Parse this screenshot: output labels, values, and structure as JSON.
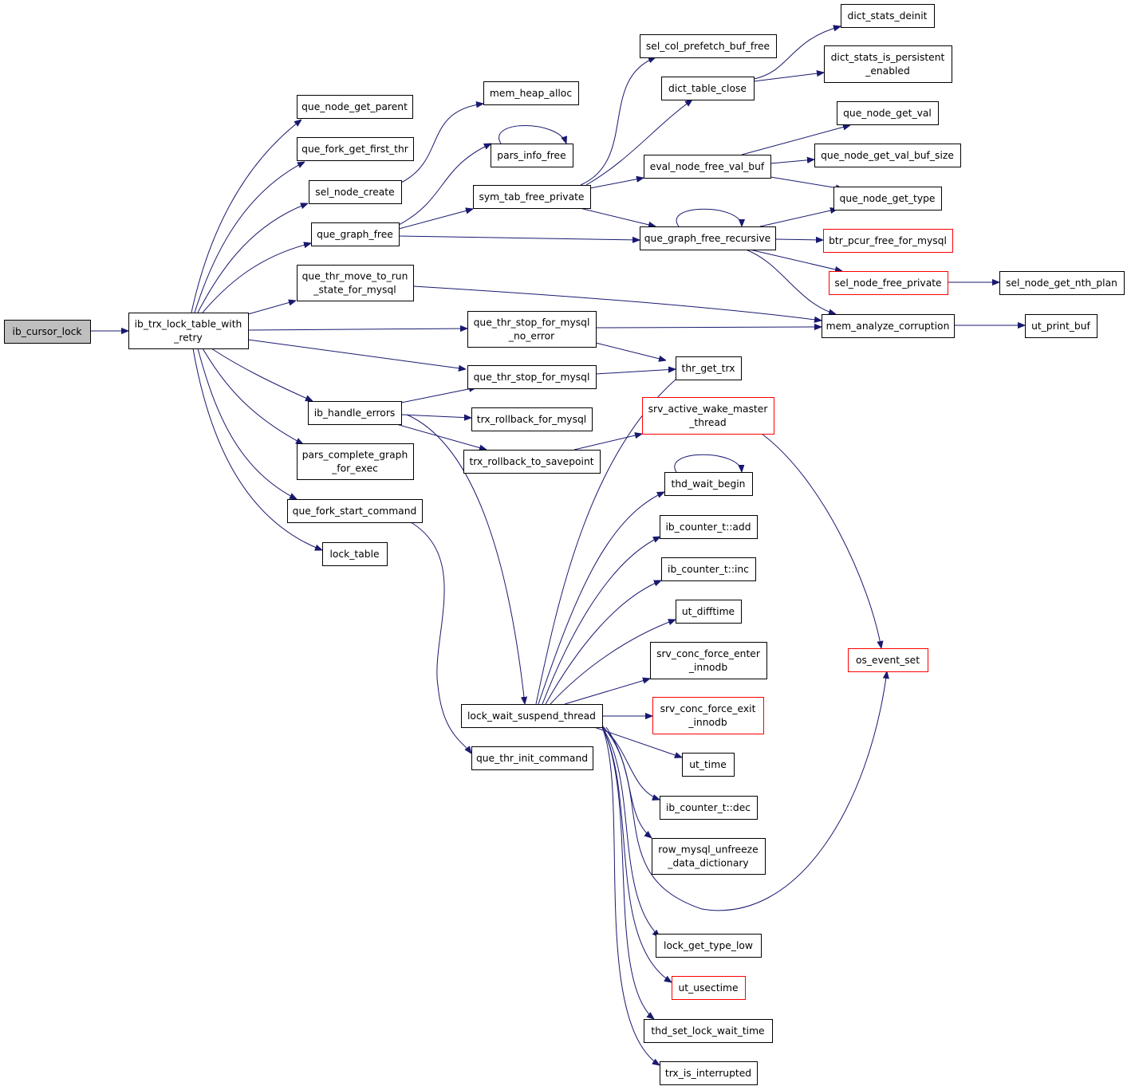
{
  "nodes": [
    {
      "id": "ib_cursor_lock",
      "lines": [
        "ib_cursor_lock"
      ],
      "style": "root"
    },
    {
      "id": "ib_trx_lock_table_with_retry",
      "lines": [
        "ib_trx_lock_table_with",
        "_retry"
      ],
      "style": "normal"
    },
    {
      "id": "que_node_get_parent",
      "lines": [
        "que_node_get_parent"
      ],
      "style": "normal"
    },
    {
      "id": "que_fork_get_first_thr",
      "lines": [
        "que_fork_get_first_thr"
      ],
      "style": "normal"
    },
    {
      "id": "sel_node_create",
      "lines": [
        "sel_node_create"
      ],
      "style": "normal"
    },
    {
      "id": "que_graph_free",
      "lines": [
        "que_graph_free"
      ],
      "style": "normal"
    },
    {
      "id": "que_thr_move_to_run_state_for_mysql",
      "lines": [
        "que_thr_move_to_run",
        "_state_for_mysql"
      ],
      "style": "normal"
    },
    {
      "id": "ib_handle_errors",
      "lines": [
        "ib_handle_errors"
      ],
      "style": "normal"
    },
    {
      "id": "pars_complete_graph_for_exec",
      "lines": [
        "pars_complete_graph",
        "_for_exec"
      ],
      "style": "normal"
    },
    {
      "id": "que_fork_start_command",
      "lines": [
        "que_fork_start_command"
      ],
      "style": "normal"
    },
    {
      "id": "lock_table",
      "lines": [
        "lock_table"
      ],
      "style": "normal"
    },
    {
      "id": "mem_heap_alloc",
      "lines": [
        "mem_heap_alloc"
      ],
      "style": "normal"
    },
    {
      "id": "pars_info_free",
      "lines": [
        "pars_info_free"
      ],
      "style": "normal"
    },
    {
      "id": "sym_tab_free_private",
      "lines": [
        "sym_tab_free_private"
      ],
      "style": "normal"
    },
    {
      "id": "que_thr_stop_for_mysql_no_error",
      "lines": [
        "que_thr_stop_for_mysql",
        "_no_error"
      ],
      "style": "normal"
    },
    {
      "id": "que_thr_stop_for_mysql",
      "lines": [
        "que_thr_stop_for_mysql"
      ],
      "style": "normal"
    },
    {
      "id": "trx_rollback_for_mysql",
      "lines": [
        "trx_rollback_for_mysql"
      ],
      "style": "normal"
    },
    {
      "id": "trx_rollback_to_savepoint",
      "lines": [
        "trx_rollback_to_savepoint"
      ],
      "style": "normal"
    },
    {
      "id": "lock_wait_suspend_thread",
      "lines": [
        "lock_wait_suspend_thread"
      ],
      "style": "normal"
    },
    {
      "id": "que_thr_init_command",
      "lines": [
        "que_thr_init_command"
      ],
      "style": "normal"
    },
    {
      "id": "sel_col_prefetch_buf_free",
      "lines": [
        "sel_col_prefetch_buf_free"
      ],
      "style": "normal"
    },
    {
      "id": "dict_table_close",
      "lines": [
        "dict_table_close"
      ],
      "style": "normal"
    },
    {
      "id": "eval_node_free_val_buf",
      "lines": [
        "eval_node_free_val_buf"
      ],
      "style": "normal"
    },
    {
      "id": "que_graph_free_recursive",
      "lines": [
        "que_graph_free_recursive"
      ],
      "style": "normal"
    },
    {
      "id": "thr_get_trx",
      "lines": [
        "thr_get_trx"
      ],
      "style": "normal"
    },
    {
      "id": "srv_active_wake_master_thread",
      "lines": [
        "srv_active_wake_master",
        "_thread"
      ],
      "style": "red"
    },
    {
      "id": "thd_wait_begin",
      "lines": [
        "thd_wait_begin"
      ],
      "style": "normal"
    },
    {
      "id": "ib_counter_t_add",
      "lines": [
        "ib_counter_t::add"
      ],
      "style": "normal"
    },
    {
      "id": "ib_counter_t_inc",
      "lines": [
        "ib_counter_t::inc"
      ],
      "style": "normal"
    },
    {
      "id": "ut_difftime",
      "lines": [
        "ut_difftime"
      ],
      "style": "normal"
    },
    {
      "id": "srv_conc_force_enter_innodb",
      "lines": [
        "srv_conc_force_enter",
        "_innodb"
      ],
      "style": "normal"
    },
    {
      "id": "srv_conc_force_exit_innodb",
      "lines": [
        "srv_conc_force_exit",
        "_innodb"
      ],
      "style": "red"
    },
    {
      "id": "ut_time",
      "lines": [
        "ut_time"
      ],
      "style": "normal"
    },
    {
      "id": "ib_counter_t_dec",
      "lines": [
        "ib_counter_t::dec"
      ],
      "style": "normal"
    },
    {
      "id": "row_mysql_unfreeze_data_dictionary",
      "lines": [
        "row_mysql_unfreeze",
        "_data_dictionary"
      ],
      "style": "normal"
    },
    {
      "id": "lock_get_type_low",
      "lines": [
        "lock_get_type_low"
      ],
      "style": "normal"
    },
    {
      "id": "ut_usectime",
      "lines": [
        "ut_usectime"
      ],
      "style": "red"
    },
    {
      "id": "thd_set_lock_wait_time",
      "lines": [
        "thd_set_lock_wait_time"
      ],
      "style": "normal"
    },
    {
      "id": "trx_is_interrupted",
      "lines": [
        "trx_is_interrupted"
      ],
      "style": "normal"
    },
    {
      "id": "dict_stats_deinit",
      "lines": [
        "dict_stats_deinit"
      ],
      "style": "normal"
    },
    {
      "id": "dict_stats_is_persistent_enabled",
      "lines": [
        "dict_stats_is_persistent",
        "_enabled"
      ],
      "style": "normal"
    },
    {
      "id": "que_node_get_val",
      "lines": [
        "que_node_get_val"
      ],
      "style": "normal"
    },
    {
      "id": "que_node_get_val_buf_size",
      "lines": [
        "que_node_get_val_buf_size"
      ],
      "style": "normal"
    },
    {
      "id": "que_node_get_type",
      "lines": [
        "que_node_get_type"
      ],
      "style": "normal"
    },
    {
      "id": "btr_pcur_free_for_mysql",
      "lines": [
        "btr_pcur_free_for_mysql"
      ],
      "style": "red"
    },
    {
      "id": "sel_node_free_private",
      "lines": [
        "sel_node_free_private"
      ],
      "style": "red"
    },
    {
      "id": "mem_analyze_corruption",
      "lines": [
        "mem_analyze_corruption"
      ],
      "style": "normal"
    },
    {
      "id": "os_event_set",
      "lines": [
        "os_event_set"
      ],
      "style": "red"
    },
    {
      "id": "sel_node_get_nth_plan",
      "lines": [
        "sel_node_get_nth_plan"
      ],
      "style": "normal"
    },
    {
      "id": "ut_print_buf",
      "lines": [
        "ut_print_buf"
      ],
      "style": "normal"
    }
  ],
  "edges": [
    [
      "ib_cursor_lock",
      "ib_trx_lock_table_with_retry"
    ],
    [
      "ib_trx_lock_table_with_retry",
      "que_node_get_parent"
    ],
    [
      "ib_trx_lock_table_with_retry",
      "que_fork_get_first_thr"
    ],
    [
      "ib_trx_lock_table_with_retry",
      "sel_node_create"
    ],
    [
      "ib_trx_lock_table_with_retry",
      "que_graph_free"
    ],
    [
      "ib_trx_lock_table_with_retry",
      "que_thr_move_to_run_state_for_mysql"
    ],
    [
      "ib_trx_lock_table_with_retry",
      "que_thr_stop_for_mysql_no_error"
    ],
    [
      "ib_trx_lock_table_with_retry",
      "que_thr_stop_for_mysql"
    ],
    [
      "ib_trx_lock_table_with_retry",
      "ib_handle_errors"
    ],
    [
      "ib_trx_lock_table_with_retry",
      "pars_complete_graph_for_exec"
    ],
    [
      "ib_trx_lock_table_with_retry",
      "que_fork_start_command"
    ],
    [
      "ib_trx_lock_table_with_retry",
      "lock_table"
    ],
    [
      "sel_node_create",
      "mem_heap_alloc"
    ],
    [
      "que_graph_free",
      "pars_info_free"
    ],
    [
      "que_graph_free",
      "sym_tab_free_private"
    ],
    [
      "que_graph_free",
      "que_graph_free_recursive"
    ],
    [
      "pars_info_free",
      "pars_info_free"
    ],
    [
      "sym_tab_free_private",
      "sel_col_prefetch_buf_free"
    ],
    [
      "sym_tab_free_private",
      "dict_table_close"
    ],
    [
      "sym_tab_free_private",
      "eval_node_free_val_buf"
    ],
    [
      "sym_tab_free_private",
      "que_graph_free_recursive"
    ],
    [
      "dict_table_close",
      "dict_stats_deinit"
    ],
    [
      "dict_table_close",
      "dict_stats_is_persistent_enabled"
    ],
    [
      "eval_node_free_val_buf",
      "que_node_get_val"
    ],
    [
      "eval_node_free_val_buf",
      "que_node_get_val_buf_size"
    ],
    [
      "eval_node_free_val_buf",
      "que_node_get_type"
    ],
    [
      "que_graph_free_recursive",
      "que_graph_free_recursive"
    ],
    [
      "que_graph_free_recursive",
      "que_node_get_type"
    ],
    [
      "que_graph_free_recursive",
      "btr_pcur_free_for_mysql"
    ],
    [
      "que_graph_free_recursive",
      "sel_node_free_private"
    ],
    [
      "que_graph_free_recursive",
      "mem_analyze_corruption"
    ],
    [
      "sel_node_free_private",
      "sel_node_get_nth_plan"
    ],
    [
      "que_thr_move_to_run_state_for_mysql",
      "mem_analyze_corruption"
    ],
    [
      "que_thr_stop_for_mysql_no_error",
      "mem_analyze_corruption"
    ],
    [
      "que_thr_stop_for_mysql_no_error",
      "thr_get_trx"
    ],
    [
      "mem_analyze_corruption",
      "ut_print_buf"
    ],
    [
      "que_thr_stop_for_mysql",
      "thr_get_trx"
    ],
    [
      "ib_handle_errors",
      "que_thr_stop_for_mysql"
    ],
    [
      "ib_handle_errors",
      "trx_rollback_for_mysql"
    ],
    [
      "ib_handle_errors",
      "trx_rollback_to_savepoint"
    ],
    [
      "ib_handle_errors",
      "lock_wait_suspend_thread"
    ],
    [
      "trx_rollback_to_savepoint",
      "srv_active_wake_master_thread"
    ],
    [
      "srv_active_wake_master_thread",
      "os_event_set"
    ],
    [
      "que_fork_start_command",
      "que_thr_init_command"
    ],
    [
      "lock_wait_suspend_thread",
      "thr_get_trx"
    ],
    [
      "lock_wait_suspend_thread",
      "thd_wait_begin"
    ],
    [
      "thd_wait_begin",
      "thd_wait_begin"
    ],
    [
      "lock_wait_suspend_thread",
      "ib_counter_t_add"
    ],
    [
      "lock_wait_suspend_thread",
      "ib_counter_t_inc"
    ],
    [
      "lock_wait_suspend_thread",
      "ut_difftime"
    ],
    [
      "lock_wait_suspend_thread",
      "srv_conc_force_enter_innodb"
    ],
    [
      "lock_wait_suspend_thread",
      "srv_conc_force_exit_innodb"
    ],
    [
      "lock_wait_suspend_thread",
      "ut_time"
    ],
    [
      "lock_wait_suspend_thread",
      "ib_counter_t_dec"
    ],
    [
      "lock_wait_suspend_thread",
      "row_mysql_unfreeze_data_dictionary"
    ],
    [
      "lock_wait_suspend_thread",
      "os_event_set"
    ],
    [
      "lock_wait_suspend_thread",
      "lock_get_type_low"
    ],
    [
      "lock_wait_suspend_thread",
      "ut_usectime"
    ],
    [
      "lock_wait_suspend_thread",
      "thd_set_lock_wait_time"
    ],
    [
      "lock_wait_suspend_thread",
      "trx_is_interrupted"
    ]
  ]
}
